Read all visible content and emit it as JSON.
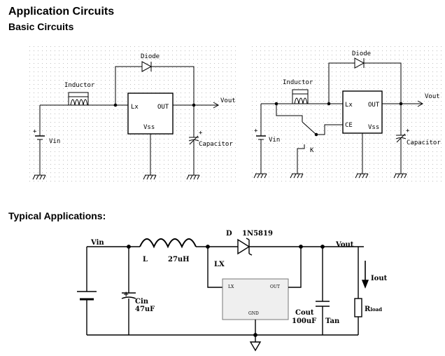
{
  "headings": {
    "application_circuits": "Application Circuits",
    "basic_circuits": "Basic Circuits",
    "typical_applications": "Typical Applications:"
  },
  "circuit1": {
    "diode": "Diode",
    "inductor": "Inductor",
    "lx": "Lx",
    "out": "OUT",
    "vss": "Vss",
    "vout": "Vout",
    "vin": "Vin",
    "capacitor": "Capacitor"
  },
  "circuit2": {
    "diode": "Diode",
    "inductor": "Inductor",
    "lx": "Lx",
    "out": "OUT",
    "ce": "CE",
    "vss": "Vss",
    "vout": "Vout",
    "vin": "Vin",
    "capacitor": "Capacitor",
    "k": "K"
  },
  "circuit3": {
    "vin": "Vin",
    "d": "D",
    "diode_part": "1N5819",
    "vout": "Vout",
    "l": "L",
    "l_value": "27uH",
    "lx_net": "LX",
    "lx_pin": "LX",
    "out_pin": "OUT",
    "gnd_pin": "GND",
    "cin": "Cin",
    "cin_value": "47uF",
    "cout": "Cout",
    "cout_value": "100uF",
    "tan": "Tan",
    "iout": "Iout",
    "rload": "R",
    "rload_sub": "load"
  },
  "colors": {
    "wire": "#000000",
    "grid": "#bdbdbd",
    "ic_fill": "#efefef"
  }
}
